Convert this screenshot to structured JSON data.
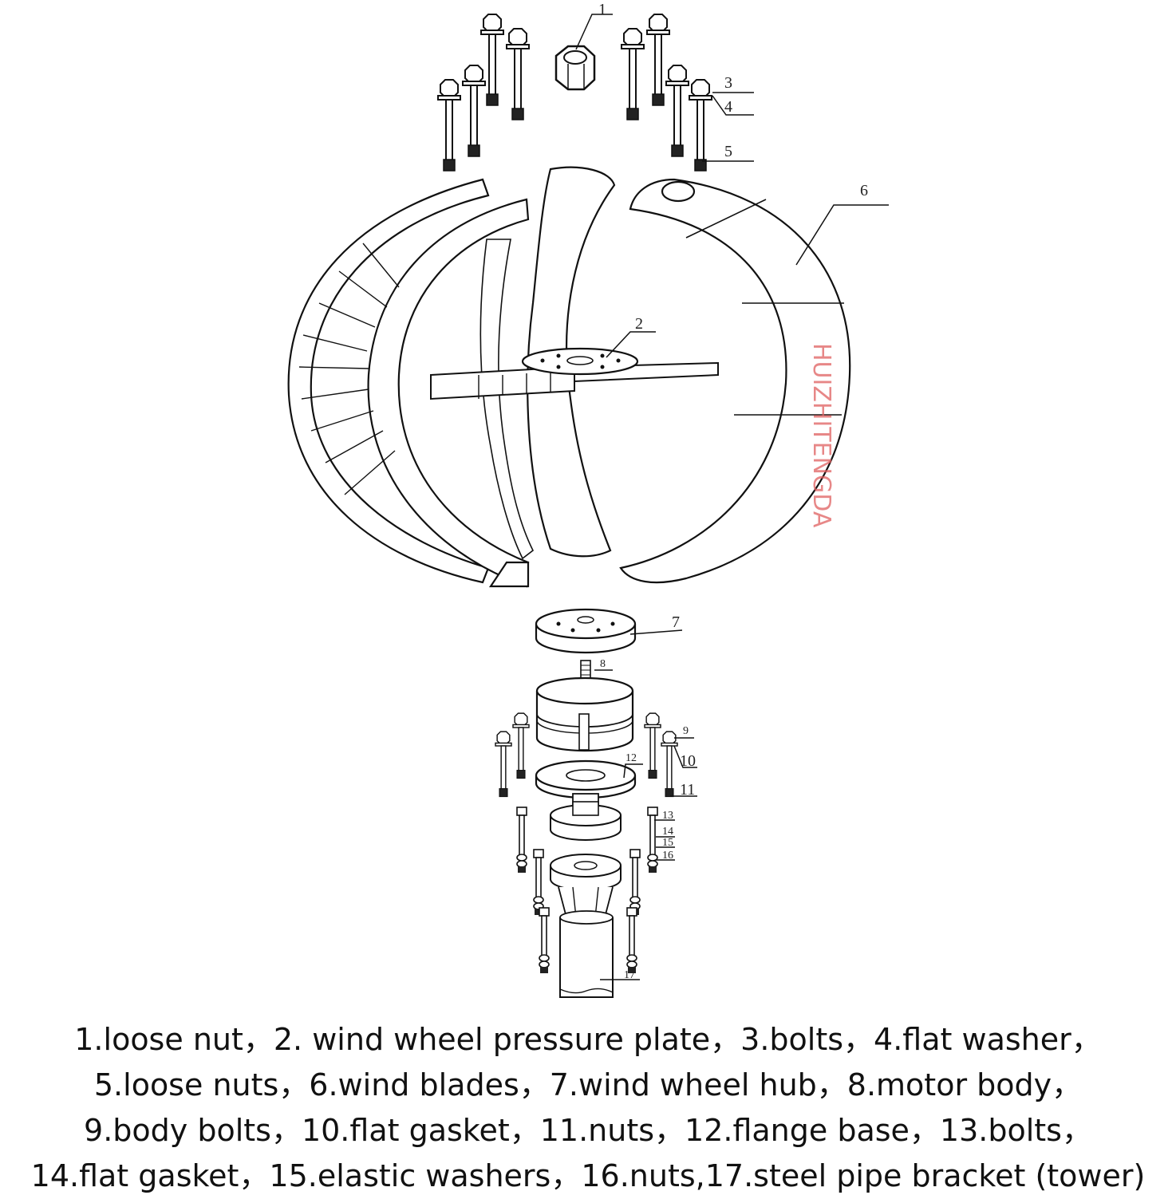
{
  "diagram": {
    "part_numbers": [
      "1",
      "2",
      "3",
      "4",
      "5",
      "6",
      "7",
      "8",
      "9",
      "10",
      "11",
      "12",
      "13",
      "14",
      "15",
      "16",
      "17"
    ],
    "watermark": "HUIZHITENGDA"
  },
  "legend": {
    "lines": [
      "1.loose nut，2. wind wheel pressure plate，3.bolts，4.flat washer，",
      "5.loose nuts，6.wind blades，7.wind wheel hub，8.motor body，",
      "9.body bolts，10.flat gasket，11.nuts，12.flange base，13.bolts，",
      "14.flat gasket，15.elastic washers，16.nuts,17.steel pipe bracket (tower)"
    ]
  }
}
